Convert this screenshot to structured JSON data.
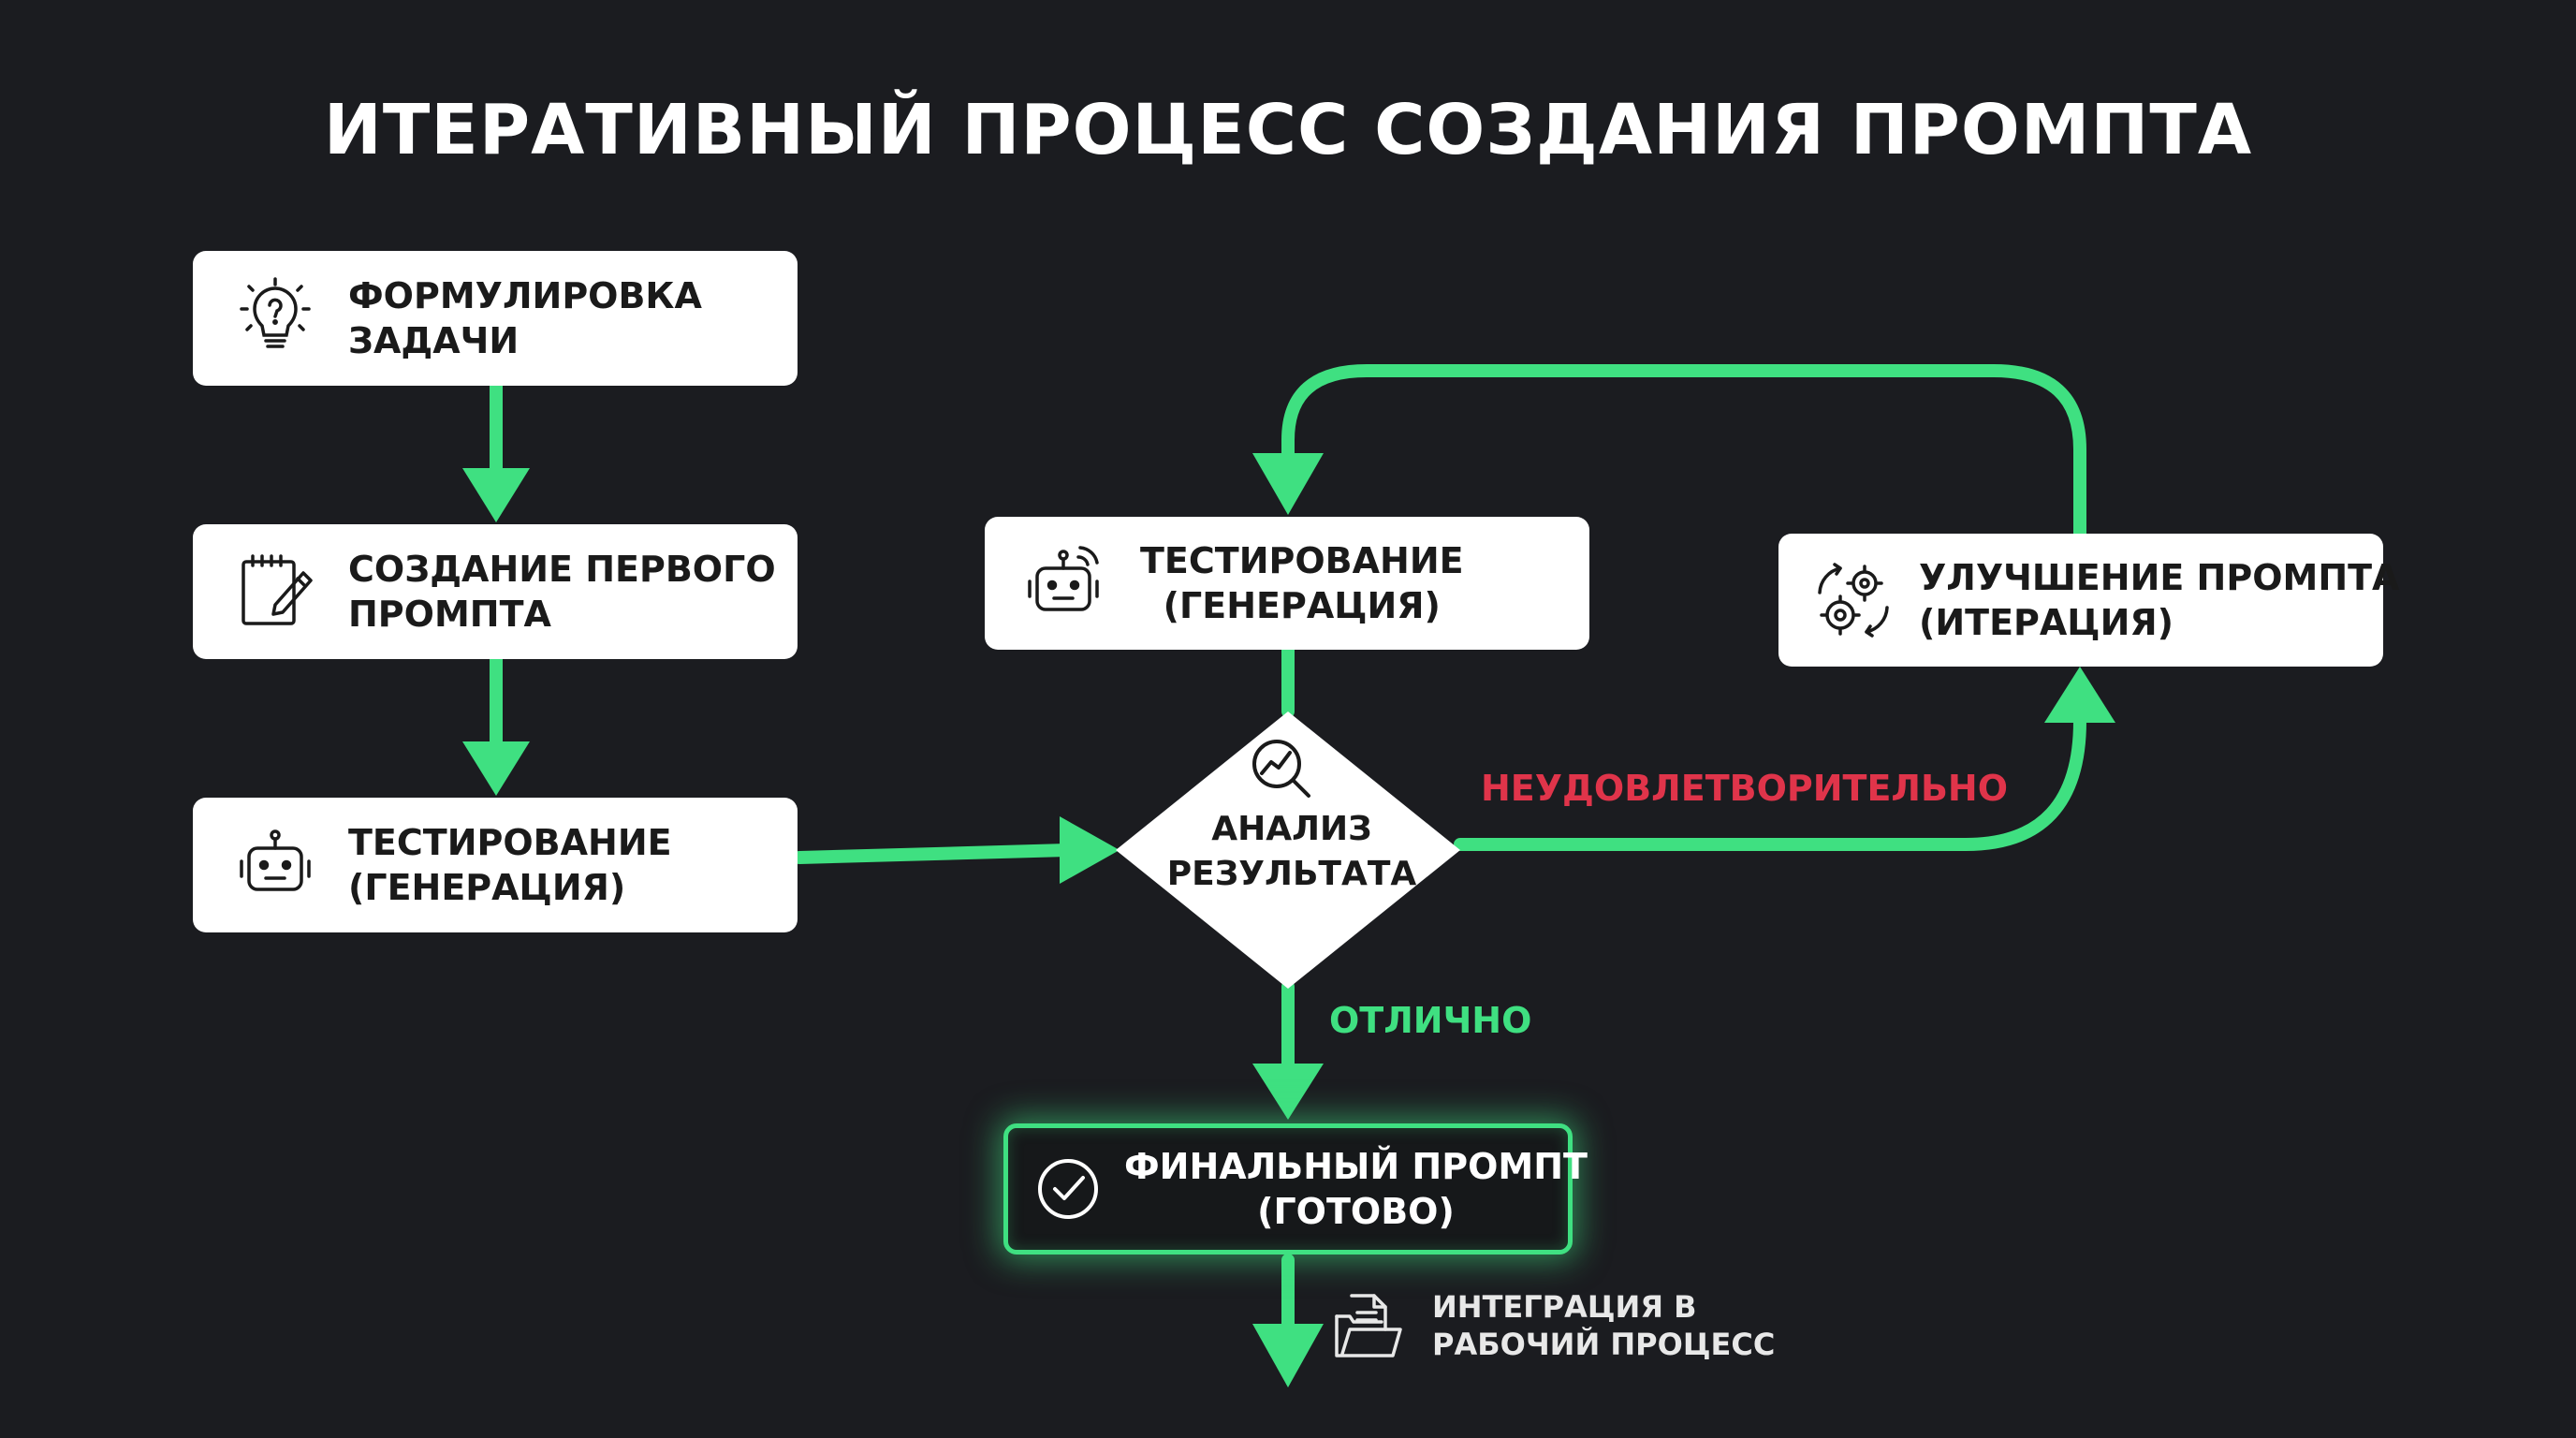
{
  "title": "ИТЕРАТИВНЫЙ ПРОЦЕСС СОЗДАНИЯ ПРОМПТА",
  "colors": {
    "accent": "#3fe081",
    "negative": "#e0344a",
    "background": "#1b1c20",
    "box": "#ffffff"
  },
  "steps": {
    "formulate": {
      "line1": "ФОРМУЛИРОВКА",
      "line2": "ЗАДАЧИ",
      "icon": "lightbulb-question-icon"
    },
    "first_prompt": {
      "line1": "СОЗДАНИЕ ПЕРВОГО",
      "line2": "ПРОМПТА",
      "icon": "notepad-pencil-icon"
    },
    "test_initial": {
      "line1": "ТЕСТИРОВАНИЕ",
      "line2": "(ГЕНЕРАЦИЯ)",
      "icon": "robot-icon"
    },
    "test_loop": {
      "line1": "ТЕСТИРОВАНИЕ",
      "line2": "(ГЕНЕРАЦИЯ)",
      "icon": "robot-signal-icon"
    },
    "improve": {
      "line1": "УЛУЧШЕНИЕ ПРОМПТА",
      "line2": "(ИТЕРАЦИЯ)",
      "icon": "gears-cycle-icon"
    },
    "analysis": {
      "line1": "АНАЛИЗ",
      "line2": "РЕЗУЛЬТАТА",
      "icon": "magnifier-chart-icon"
    },
    "final": {
      "line1": "ФИНАЛЬНЫЙ ПРОМПТ",
      "line2": "(ГОТОВО)",
      "icon": "check-circle-icon"
    },
    "integration": {
      "line1": "ИНТЕГРАЦИЯ В",
      "line2": "РАБОЧИЙ ПРОЦЕСС",
      "icon": "folder-document-icon"
    }
  },
  "labels": {
    "bad": "НЕУДОВЛЕТВОРИТЕЛЬНО",
    "good": "ОТЛИЧНО"
  }
}
